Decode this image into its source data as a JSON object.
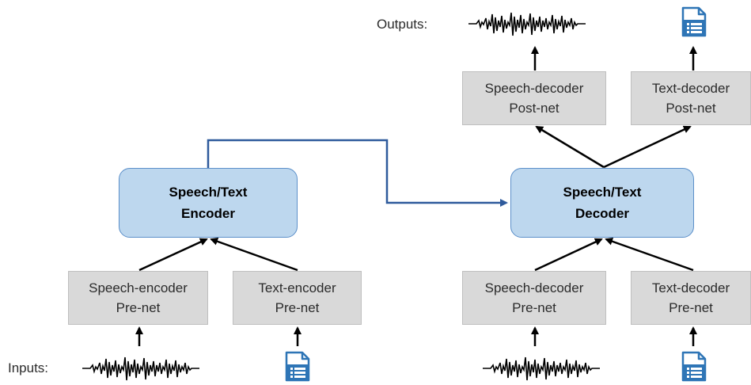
{
  "labels": {
    "inputs": "Inputs:",
    "outputs": "Outputs:"
  },
  "encoder": {
    "line1": "Speech/Text",
    "line2": "Encoder"
  },
  "decoder": {
    "line1": "Speech/Text",
    "line2": "Decoder"
  },
  "speech_encoder_prenet": {
    "line1": "Speech-encoder",
    "line2": "Pre-net"
  },
  "text_encoder_prenet": {
    "line1": "Text-encoder",
    "line2": "Pre-net"
  },
  "speech_decoder_prenet": {
    "line1": "Speech-decoder",
    "line2": "Pre-net"
  },
  "text_decoder_prenet": {
    "line1": "Text-decoder",
    "line2": "Pre-net"
  },
  "speech_decoder_postnet": {
    "line1": "Speech-decoder",
    "line2": "Post-net"
  },
  "text_decoder_postnet": {
    "line1": "Text-decoder",
    "line2": "Post-net"
  },
  "icons": {
    "waveform": "waveform-icon",
    "document": "document-icon"
  },
  "colors": {
    "module_fill": "#bdd7ee",
    "module_border": "#5b8fc9",
    "net_fill": "#d9d9d9",
    "connector": "#2e5a9c",
    "doc_icon": "#2e75b6"
  }
}
